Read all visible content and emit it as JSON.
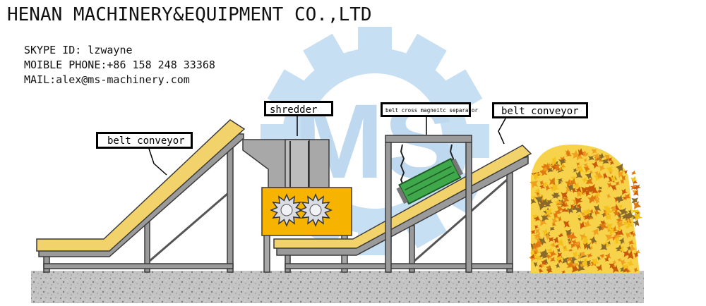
{
  "header": {
    "company": "HENAN MACHINERY&EQUIPMENT CO.,LTD",
    "skype": "SKYPE ID: lzwayne",
    "phone": "MOIBLE PHONE:+86 158 248 33368",
    "mail": "MAIL:alex@ms-machinery.com"
  },
  "watermark": {
    "text": "MS",
    "color": "#9fc6e8"
  },
  "labels": {
    "conveyor_left": "belt conveyor",
    "shredder": "shredder",
    "separator": "belt cross magneitc separator",
    "conveyor_right": "belt conveyor"
  },
  "colors": {
    "belt": "#f2d36b",
    "frame": "#9a9a9a",
    "frame_outline": "#3a3a3a",
    "shredder_body": "#f6b400",
    "hopper": "#a8a8a8",
    "separator": "#3ea84a",
    "ground": "#bdbdbd",
    "pile_orange": "#e07a10",
    "pile_yellow": "#f4c01a"
  }
}
